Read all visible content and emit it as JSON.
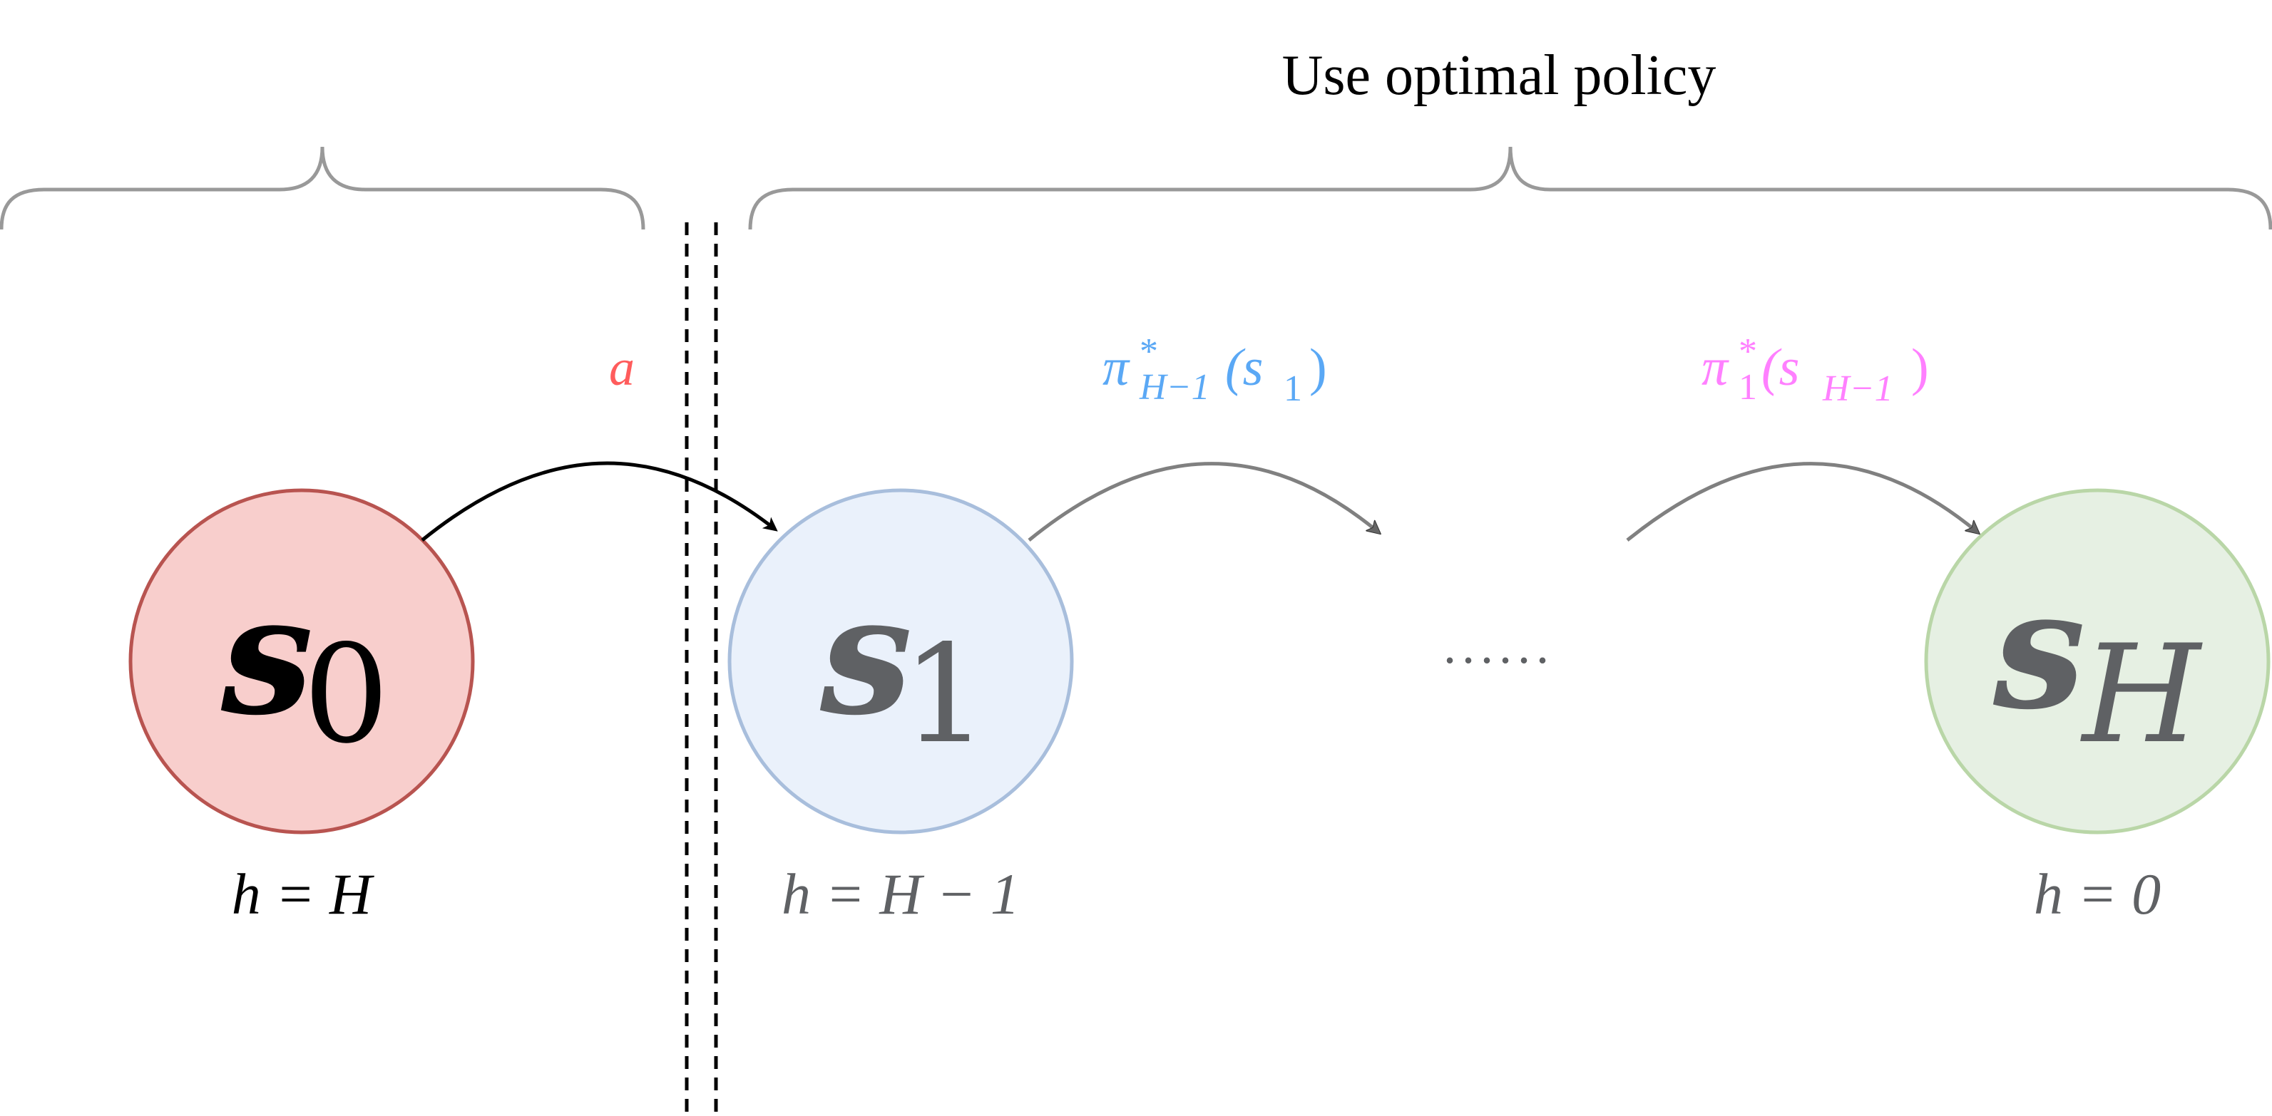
{
  "caption": "Use optimal policy",
  "states": [
    {
      "id": "s0",
      "symbol": "s",
      "subscript": "0",
      "horizon_label": "h = H",
      "fill": "#f8cecc",
      "stroke": "#b85450",
      "text_color": "#000000"
    },
    {
      "id": "s1",
      "symbol": "s",
      "subscript": "1",
      "horizon_label": "h = H − 1",
      "fill": "#eaf1fb",
      "stroke": "#a8bedc",
      "text_color": "#5f6164"
    },
    {
      "id": "sH",
      "symbol": "s",
      "subscript": "H",
      "horizon_label": "h = 0",
      "fill": "#e6f0e3",
      "stroke": "#b9d6a7",
      "text_color": "#5f6164"
    }
  ],
  "actions": [
    {
      "id": "action-a",
      "text": "a",
      "color": "#ff5c5c"
    },
    {
      "id": "policy-first",
      "pi": "π",
      "sup": "*",
      "sub": "H−1",
      "arg": "(s",
      "arg_sub": "1",
      "close": ")",
      "color": "#5aa8f5"
    },
    {
      "id": "policy-last",
      "pi": "π",
      "sup": "*",
      "sub": "1",
      "arg": "(s",
      "arg_sub": "H−1",
      "close": ")",
      "color": "#ff80ff"
    }
  ],
  "ellipsis": "......",
  "colors": {
    "brace": "#999999",
    "divider": "#000000",
    "arrow_active": "#000000",
    "arrow_muted": "#808080"
  }
}
